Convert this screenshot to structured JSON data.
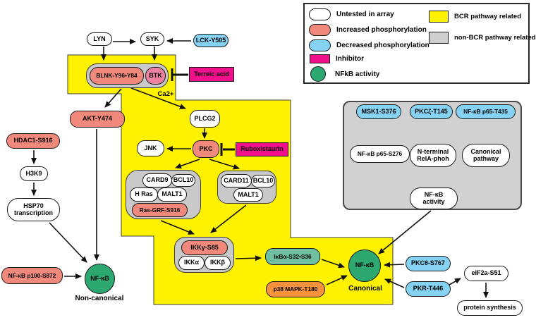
{
  "legend": {
    "items": [
      {
        "label": "Untested in array",
        "swatch_color": "#FFFFFF"
      },
      {
        "label": "Increased phosphorylation",
        "swatch_color": "#F0897B"
      },
      {
        "label": "Decreased phosphorylation",
        "swatch_color": "#85D2F2"
      },
      {
        "label": "Inhibitor",
        "swatch_color": "#F0108C"
      },
      {
        "label": "NFkB activity",
        "swatch_color": "#2EA871"
      }
    ],
    "region_items": [
      {
        "label": "BCR pathway related",
        "swatch_color": "#FFF200"
      },
      {
        "label": "non-BCR pathway related",
        "swatch_color": "#CFCFCF"
      }
    ]
  },
  "colors": {
    "bcr_region": "#FFF200",
    "non_bcr_region": "#D1D1D1",
    "increased": "#F0897B",
    "decreased": "#85D2F2",
    "inhibitor": "#F0108C",
    "nfkb": "#2EA871",
    "ikba_pill": "#6FC0A2",
    "p38_pill": "#F6923E"
  },
  "labels": {
    "ca2": "Ca2+",
    "non_canonical": "Non-canonical",
    "canonical": "Canonical"
  },
  "nodes": {
    "lyn": {
      "label": "LYN"
    },
    "syk": {
      "label": "SYK"
    },
    "lck": {
      "label": "LCK-Y505"
    },
    "blnk": {
      "label": "BLNK-Y96•Y84"
    },
    "btk": {
      "label": "BTK"
    },
    "terreic_acid": {
      "label": "Terreic acid"
    },
    "akt": {
      "label": "AKT-Y474"
    },
    "hdac1": {
      "label": "HDAC1-S916"
    },
    "h3k9": {
      "label": "H3K9"
    },
    "hsp70": {
      "line1": "HSP70",
      "line2": "transcription"
    },
    "p100": {
      "label": "NF-κB p100-S872"
    },
    "nfkb_noncanonical": {
      "label": "NF-κB"
    },
    "plcg2": {
      "label": "PLCG2"
    },
    "jnk": {
      "label": "JNK"
    },
    "pkc": {
      "label": "PKC"
    },
    "ruboxistaurin": {
      "label": "Ruboxistaurin"
    },
    "card9": {
      "label": "CARD9"
    },
    "bcl10_left": {
      "label": "BCL10"
    },
    "hras": {
      "label": "H Ras"
    },
    "malt1_left": {
      "label": "MALT1"
    },
    "ras_grf": {
      "label": "Ras-GRF-S916"
    },
    "card11": {
      "label": "CARD11"
    },
    "bcl10_right": {
      "label": "BCL10"
    },
    "malt1_right": {
      "label": "MALT1"
    },
    "ikk_gamma": {
      "label": "IKKγ-S85"
    },
    "ikk_alpha": {
      "label": "IKKα"
    },
    "ikk_beta": {
      "label": "IKKβ"
    },
    "ikba": {
      "label": "IκBα-S32•S36"
    },
    "p38": {
      "label": "p38 MAPK-T180"
    },
    "nfkb_canonical": {
      "label": "NF-κB"
    },
    "pkc_theta": {
      "label": "PKCθ-S767"
    },
    "pkr": {
      "label": "PKR-T446"
    },
    "eif2a": {
      "label": "eIF2a-S51"
    },
    "protein_synthesis": {
      "label": "protein synthesis"
    },
    "msk1": {
      "label": "MSK1-S376"
    },
    "pkc_zeta": {
      "label": "PKCζ-T145"
    },
    "p65_t435": {
      "label": "NF-κB p65-T435"
    },
    "p65_s276": {
      "label": "NF-κB p65-S276"
    },
    "nterminal": {
      "line1": "N-terminal",
      "line2": "RelA-phoh"
    },
    "canonical_pathway": {
      "line1": "Canonical",
      "line2": "pathway"
    },
    "nfkb_activity": {
      "line1": "NF-κB",
      "line2": "activity"
    }
  }
}
